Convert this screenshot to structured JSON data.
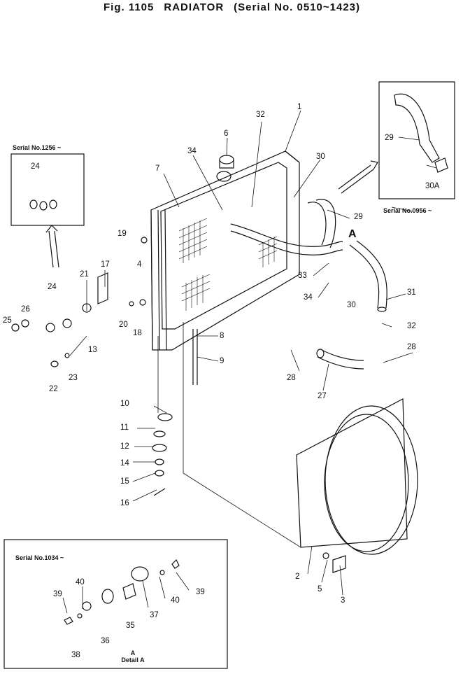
{
  "title": {
    "fig": "Fig. 1105",
    "name": "RADIATOR",
    "serial": "(Serial No. 0510~1423)"
  },
  "insets": {
    "top_left_serial": "Serial No.1256 ~",
    "top_right_serial": "Serial No.0956 ~",
    "bottom_left_serial": "Serial No.1034 ~"
  },
  "detail": {
    "a": "A",
    "label": "Detail A"
  },
  "view_marker": "A",
  "callouts": {
    "c1": "1",
    "c2": "2",
    "c3": "3",
    "c4": "4",
    "c5": "5",
    "c6": "6",
    "c7": "7",
    "c8": "8",
    "c9": "9",
    "c10": "10",
    "c11": "11",
    "c12": "12",
    "c13": "13",
    "c14": "14",
    "c15": "15",
    "c16": "16",
    "c17": "17",
    "c18": "18",
    "c19": "19",
    "c20": "20",
    "c21": "21",
    "c22": "22",
    "c23": "23",
    "c24a": "24",
    "c24b": "24",
    "c25": "25",
    "c26": "26",
    "c27": "27",
    "c28a": "28",
    "c28b": "28",
    "c29a": "29",
    "c29b": "29",
    "c30a": "30",
    "c30b": "30",
    "c30A": "30A",
    "c31": "31",
    "c32a": "32",
    "c32b": "32",
    "c33": "33",
    "c34a": "34",
    "c34b": "34",
    "c35": "35",
    "c36": "36",
    "c37": "37",
    "c38": "38",
    "c39a": "39",
    "c39b": "39",
    "c40a": "40",
    "c40b": "40"
  }
}
